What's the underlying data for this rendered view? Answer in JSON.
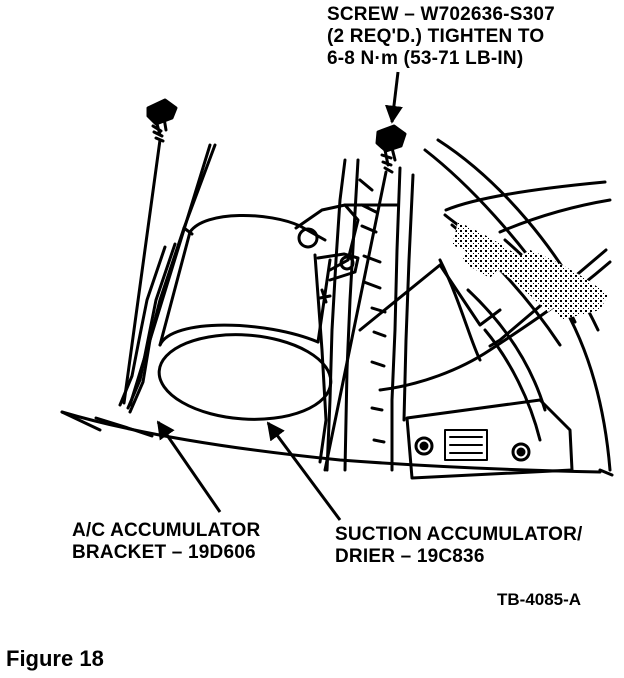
{
  "callouts": {
    "screw": {
      "lines": [
        "SCREW – W702636-S307",
        "(2 REQ'D.) TIGHTEN TO",
        "6-8 N·m (53-71 LB-IN)"
      ]
    },
    "bracket": {
      "lines": [
        "A/C ACCUMULATOR",
        "BRACKET – 19D606"
      ]
    },
    "drier": {
      "lines": [
        "SUCTION ACCUMULATOR/",
        "DRIER – 19C836"
      ]
    }
  },
  "figure_code": "TB-4085-A",
  "figure_caption": "Figure 18"
}
